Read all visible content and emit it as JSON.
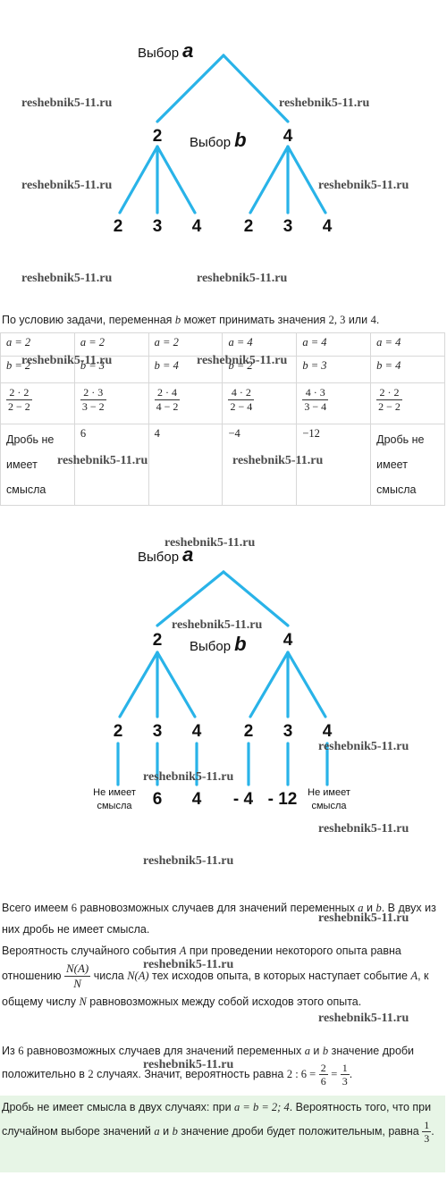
{
  "tree1": {
    "label_a": "Выбор",
    "var_a": "a",
    "label_b": "Выбор",
    "var_b": "b",
    "level1": [
      "2",
      "4"
    ],
    "level2": [
      "2",
      "3",
      "4",
      "2",
      "3",
      "4"
    ]
  },
  "watermark": "reshebnik5-11.ru",
  "intro": {
    "text1": "По условию задачи, переменная ",
    "var": "b",
    "text2": " может принимать значения ",
    "v1": "2",
    "sep1": ", ",
    "v2": "3",
    "sep2": " или ",
    "v3": "4",
    "end": "."
  },
  "table": {
    "row_a": [
      "a = 2",
      "a = 2",
      "a = 2",
      "a = 4",
      "a = 4",
      "a = 4"
    ],
    "row_b": [
      "b = 2",
      "b = 3",
      "b = 4",
      "b = 2",
      "b = 3",
      "b = 4"
    ],
    "fractions": [
      {
        "n": "2 · 2",
        "d": "2 − 2"
      },
      {
        "n": "2 · 3",
        "d": "3 − 2"
      },
      {
        "n": "2 · 4",
        "d": "4 − 2"
      },
      {
        "n": "4 · 2",
        "d": "2 − 4"
      },
      {
        "n": "4 · 3",
        "d": "3 − 4"
      },
      {
        "n": "2 · 2",
        "d": "2 − 2"
      }
    ],
    "results": [
      "Дробь не имеет смысла",
      "6",
      "4",
      "−4",
      "−12",
      "Дробь не имеет смысла"
    ]
  },
  "tree2": {
    "label_a": "Выбор",
    "var_a": "a",
    "label_b": "Выбор",
    "var_b": "b",
    "level1": [
      "2",
      "4"
    ],
    "level2": [
      "2",
      "3",
      "4",
      "2",
      "3",
      "4"
    ],
    "results": [
      "Не имеет смысла",
      "6",
      "4",
      "- 4",
      "- 12",
      "Не имеет смысла"
    ]
  },
  "paragraphs": {
    "p1_a": "Всего имеем ",
    "p1_n": "6",
    "p1_b": " равновозможных случаев для значений переменных ",
    "p1_v1": "a",
    "p1_c": " и ",
    "p1_v2": "b",
    "p1_d": ". В двух из них дробь не имеет смысла.",
    "p2_a": "Вероятность случайного события ",
    "p2_A": "A",
    "p2_b": " при проведении некоторого опыта равна отношению ",
    "p2_fn": "N(A)",
    "p2_fd": "N",
    "p2_c": " числа ",
    "p2_NA": "N(A)",
    "p2_d": " тех исходов опыта, в которых наступает событие ",
    "p2_A2": "A",
    "p2_e": ", к общему числу ",
    "p2_N": "N",
    "p2_f": " равновозможных между собой исходов этого опыта.",
    "p3_a": "Из ",
    "p3_n": "6",
    "p3_b": " равновозможных случаев для значений переменных ",
    "p3_v1": "a",
    "p3_c": " и ",
    "p3_v2": "b",
    "p3_d": " значение дроби положительно в ",
    "p3_n2": "2",
    "p3_e": " случаях. Значит, вероятность равна ",
    "p3_expr": "2 : 6 =",
    "p3_f1n": "2",
    "p3_f1d": "6",
    "p3_eq": "=",
    "p3_f2n": "1",
    "p3_f2d": "3",
    "p3_end": "."
  },
  "answer": {
    "a": "Дробь не имеет смысла в двух случаях: при ",
    "expr": "a = b = 2;  4",
    "b": ". Вероятность того, что при случайном выборе значений ",
    "v1": "a",
    "c": " и ",
    "v2": "b",
    "d": " значение дроби будет положительным, равна ",
    "fn": "1",
    "fd": "3",
    "end": "."
  },
  "colors": {
    "branch": "#29b3e8",
    "answer_bg": "#e7f5e6"
  }
}
